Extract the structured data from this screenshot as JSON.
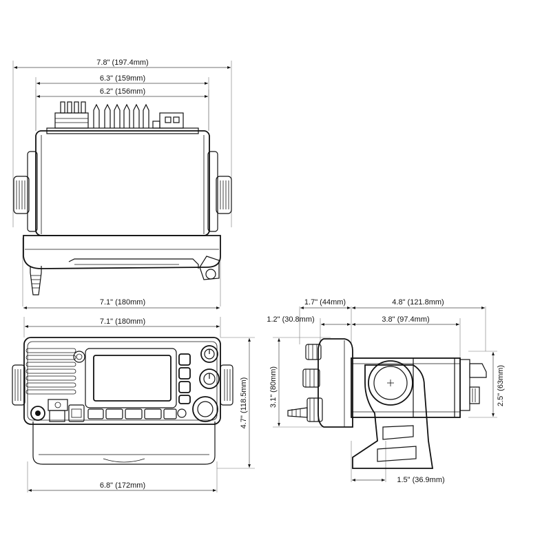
{
  "dimensions": {
    "top_width_total": "7.8\" (197.4mm)",
    "top_width_body": "6.3\" (159mm)",
    "top_width_inner": "6.2\" (156mm)",
    "top_width_bracket": "7.1\" (180mm)",
    "front_width": "7.1\" (180mm)",
    "front_height": "4.7\" (118.5mm)",
    "front_base_width": "6.8\" (172mm)",
    "side_front_depth": "1.7\" (44mm)",
    "side_total_depth": "4.8\" (121.8mm)",
    "side_knob_depth": "1.2\" (30.8mm)",
    "side_body_depth": "3.8\" (97.4mm)",
    "side_front_height": "3.1\" (80mm)",
    "side_rear_height": "2.5\" (63mm)",
    "side_bracket_depth": "1.5\" (36.9mm)"
  }
}
